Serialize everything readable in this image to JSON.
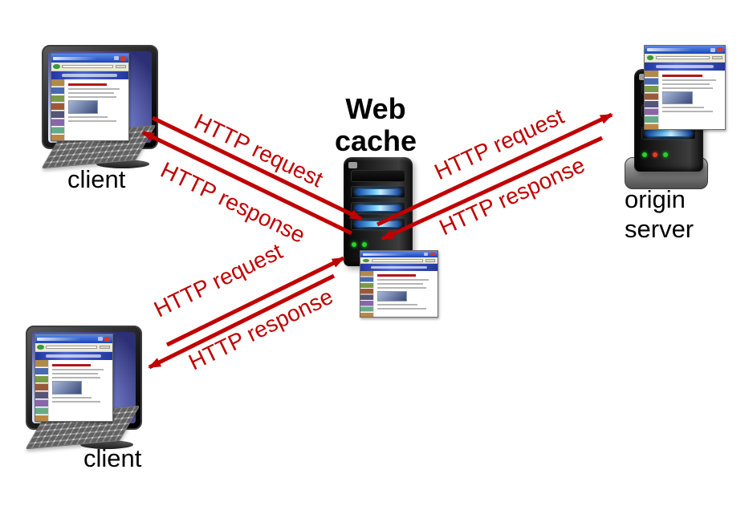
{
  "diagram": {
    "web_cache_label": {
      "line1": "Web",
      "line2": "cache"
    },
    "client_top_label": "client",
    "client_bottom_label": "client",
    "origin_label": {
      "line1": "origin",
      "line2": "server"
    },
    "arrows": {
      "top_request": "HTTP request",
      "top_response": "HTTP response",
      "right_request": "HTTP request",
      "right_response": "HTTP response",
      "bottom_request": "HTTP request",
      "bottom_response": "HTTP response"
    },
    "colors": {
      "arrow": "#c00000",
      "label": "#000000"
    }
  }
}
